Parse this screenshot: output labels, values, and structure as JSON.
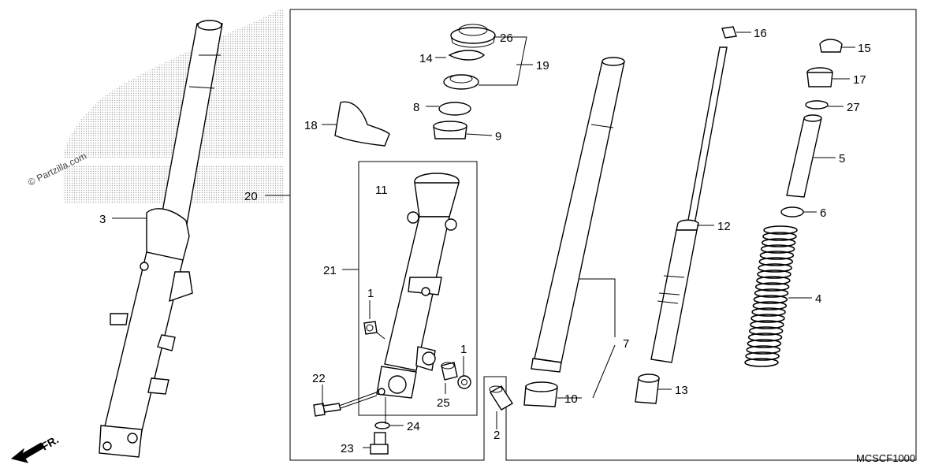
{
  "diagram": {
    "copyright": "© Partzilla.com",
    "diagram_code": "MCSCF1000",
    "direction_label": "FR.",
    "callouts": [
      {
        "id": "c1a",
        "num": "1"
      },
      {
        "id": "c1b",
        "num": "1"
      },
      {
        "id": "c2",
        "num": "2"
      },
      {
        "id": "c3",
        "num": "3"
      },
      {
        "id": "c4",
        "num": "4"
      },
      {
        "id": "c5",
        "num": "5"
      },
      {
        "id": "c6",
        "num": "6"
      },
      {
        "id": "c7",
        "num": "7"
      },
      {
        "id": "c8",
        "num": "8"
      },
      {
        "id": "c9",
        "num": "9"
      },
      {
        "id": "c10",
        "num": "10"
      },
      {
        "id": "c11",
        "num": "11"
      },
      {
        "id": "c12",
        "num": "12"
      },
      {
        "id": "c13",
        "num": "13"
      },
      {
        "id": "c14",
        "num": "14"
      },
      {
        "id": "c15",
        "num": "15"
      },
      {
        "id": "c16",
        "num": "16"
      },
      {
        "id": "c17",
        "num": "17"
      },
      {
        "id": "c18",
        "num": "18"
      },
      {
        "id": "c19",
        "num": "19"
      },
      {
        "id": "c20",
        "num": "20"
      },
      {
        "id": "c21",
        "num": "21"
      },
      {
        "id": "c22",
        "num": "22"
      },
      {
        "id": "c23",
        "num": "23"
      },
      {
        "id": "c24",
        "num": "24"
      },
      {
        "id": "c25",
        "num": "25"
      },
      {
        "id": "c26",
        "num": "26"
      },
      {
        "id": "c27",
        "num": "27"
      }
    ]
  }
}
